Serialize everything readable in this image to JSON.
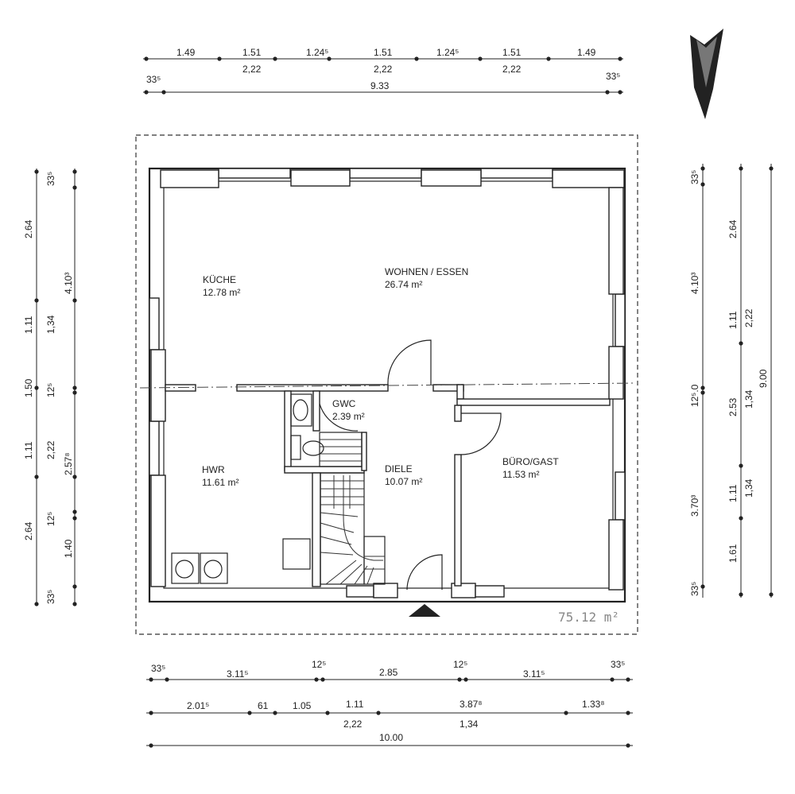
{
  "rooms": {
    "kueche": {
      "name": "KÜCHE",
      "area": "12.78 m²"
    },
    "wohnen": {
      "name": "WOHNEN / ESSEN",
      "area": "26.74 m²"
    },
    "gwc": {
      "name": "GWC",
      "area": "2.39 m²"
    },
    "hwr": {
      "name": "HWR",
      "area": "11.61 m²"
    },
    "diele": {
      "name": "DIELE",
      "area": "10.07 m²"
    },
    "buero": {
      "name": "BÜRO/GAST",
      "area": "11.53 m²"
    }
  },
  "total_area": "75.12 m²",
  "dims": {
    "top_row1": [
      "1.49",
      "1.51",
      "1.24⁵",
      "1.51",
      "1.24⁵",
      "1.51",
      "1.49"
    ],
    "top_row1_sub": [
      "2,22",
      "2,22",
      "2,22"
    ],
    "top_row2": [
      "33⁵",
      "9.33",
      "33⁵"
    ],
    "left_outer": [
      "2.64",
      "1.11",
      "1.50",
      "1.11",
      "2.64"
    ],
    "left_mid": [
      "1,34",
      "12⁵",
      "2,22",
      "12⁵",
      "1.40",
      "33⁵"
    ],
    "left_inner": [
      "33⁵",
      "4.10³",
      "2.57⁸"
    ],
    "right_col1": [
      "33⁵",
      "4.10³",
      "12⁵.0",
      "3.70³",
      "33⁵"
    ],
    "right_col2": [
      "2.64",
      "1.11",
      "2.53",
      "1.11",
      "1.61"
    ],
    "right_col3": [
      "2,22",
      "1,34",
      "1,34"
    ],
    "right_total": "9.00",
    "bottom_row1": [
      "33⁵",
      "3.11⁵",
      "12⁵",
      "2.85",
      "12⁵",
      "3.11⁵",
      "33⁵"
    ],
    "bottom_row2": [
      "2.01⁵",
      "61",
      "1.05",
      "1.11",
      "3.87⁸",
      "1.33⁸"
    ],
    "bottom_row2_sub": [
      "2,22",
      "1,34"
    ],
    "bottom_total": "10.00"
  }
}
